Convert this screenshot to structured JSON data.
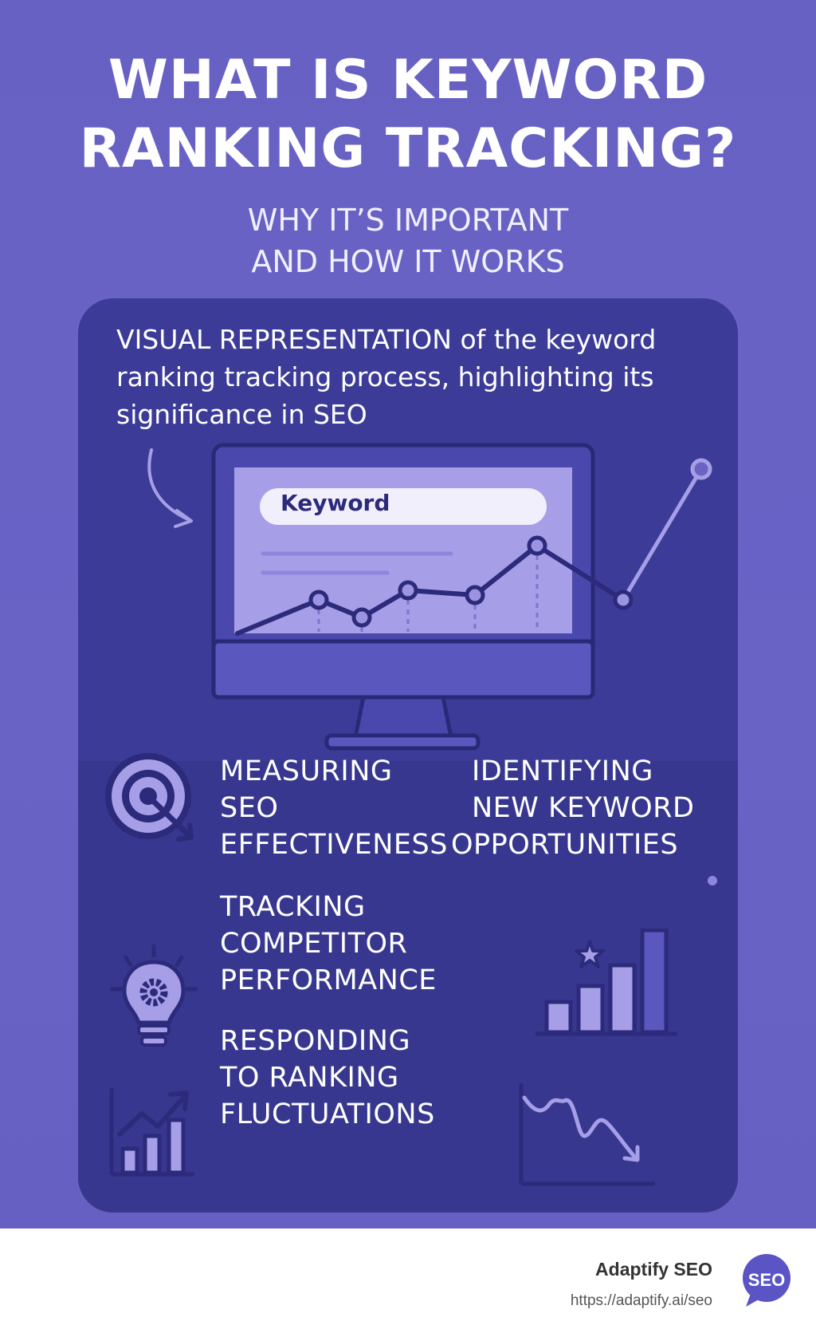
{
  "header": {
    "title_line1": "WHAT IS KEYWORD",
    "title_line2": "RANKING TRACKING?",
    "subtitle_line1": "WHY IT’S IMPORTANT",
    "subtitle_line2": "AND HOW IT WORKS"
  },
  "panel": {
    "intro_line1": "VISUAL REPRESENTATION of the keyword",
    "intro_line2": "ranking tracking process, highlighting its",
    "intro_line3": "significance in SEO",
    "search_box_label": "Keyword"
  },
  "features": [
    {
      "icon": "target-icon",
      "line1": "MEASURING",
      "line2": "SEO",
      "line3": "EFFECTIVENESS"
    },
    {
      "icon": "none",
      "line1": "IDENTIFYING",
      "line2": "NEW KEYWORD",
      "line3": "OPPORTUNITIES"
    },
    {
      "icon": "lightbulb-gear-icon",
      "line1": "TRACKING",
      "line2": "COMPETITOR",
      "line3": "PERFORMANCE"
    },
    {
      "icon": "bar-chart-star-icon",
      "line1": "",
      "line2": "",
      "line3": ""
    },
    {
      "icon": "growth-chart-icon",
      "line1": "RESPONDING",
      "line2": "TO RANKING",
      "line3": "FLUCTUATIONS"
    },
    {
      "icon": "decline-chart-icon",
      "line1": "",
      "line2": "",
      "line3": ""
    }
  ],
  "footer": {
    "brand_name": "Adaptify SEO",
    "brand_url": "https://adaptify.ai/seo",
    "badge_text": "SEO"
  },
  "colors": {
    "background": "#6a63c4",
    "panel": "#3c3b98",
    "accent_light": "#a69ee6",
    "line_dark": "#2c2a7a",
    "badge": "#5a54c4"
  }
}
